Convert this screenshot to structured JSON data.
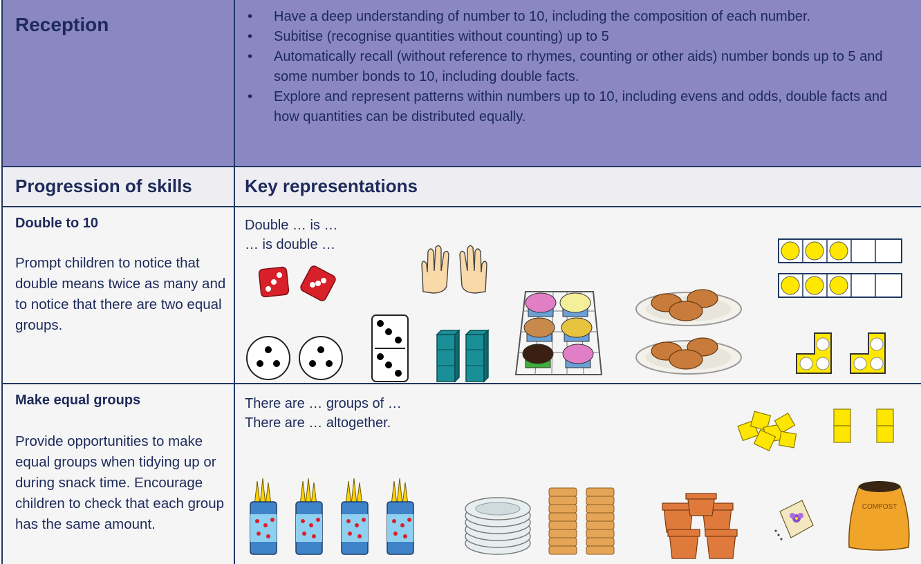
{
  "reception": {
    "title": "Reception",
    "aims": [
      "Have a deep understanding of number to 10, including the composition of each number.",
      "Subitise (recognise quantities without counting) up to 5",
      "Automatically recall (without reference to rhymes, counting or other aids) number bonds up to 5 and some number bonds to 10, including double facts.",
      "Explore and represent patterns within numbers up to 10, including evens and odds, double facts and how quantities can be distributed equally."
    ]
  },
  "headers": {
    "left": "Progression of skills",
    "right": "Key representations"
  },
  "skills": [
    {
      "title": "Double to 10",
      "description": "Prompt children to notice that double means twice as many and to notice that there are two equal groups.",
      "phrases": [
        "Double … is …",
        "… is double …"
      ]
    },
    {
      "title": "Make equal groups",
      "description": "Provide opportunities to make equal groups when tidying up or during snack time. Encourage children to check that each group has the same amount.",
      "phrases": [
        "There are … groups of …",
        "There are … altogether."
      ]
    }
  ],
  "compost_label": "COMPOST",
  "colors": {
    "header_bg": "#8a87c3",
    "border": "#1f3763",
    "text": "#1d2a5a"
  }
}
